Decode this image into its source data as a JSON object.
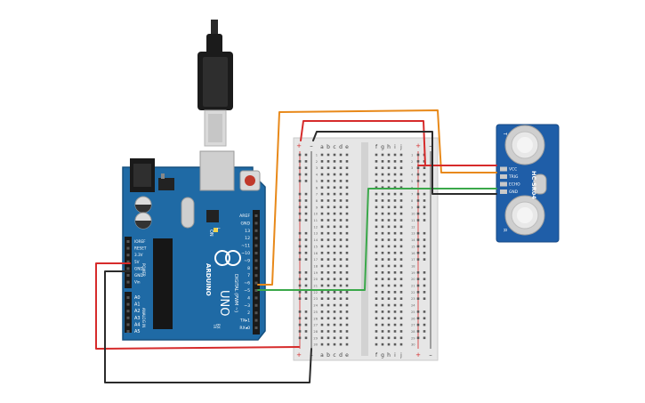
{
  "arduino": {
    "brand_vertical": "ARDUINO",
    "model_vertical": "UNO",
    "on_label": "ON",
    "tx_label": "TX",
    "rx_label": "RX",
    "l_label": "L",
    "digital_label": "DIGITAL (PWM ~)",
    "power_label": "POWER",
    "analog_label": "ANALOG IN",
    "digital_pins": [
      "AREF",
      "GND",
      "13",
      "12",
      "~11",
      "~10",
      "~9",
      "8",
      "7",
      "~6",
      "~5",
      "4",
      "~3",
      "2",
      "TX▸1",
      "RX◂0"
    ],
    "power_pins": [
      "IOREF",
      "RESET",
      "3.3V",
      "5V",
      "GND",
      "GND",
      "Vin"
    ],
    "analog_pins": [
      "A0",
      "A1",
      "A2",
      "A3",
      "A4",
      "A5"
    ]
  },
  "breadboard": {
    "cols_left": [
      "a",
      "b",
      "c",
      "d",
      "e"
    ],
    "cols_right": [
      "f",
      "g",
      "h",
      "i",
      "j"
    ],
    "rails": [
      "+",
      "–",
      "+",
      "–"
    ],
    "row_count": 30
  },
  "sensor": {
    "model_label": "HC-SR04",
    "pins": [
      "VCC",
      "TRIG",
      "ECHO",
      "GND"
    ],
    "t_mark": "T",
    "r_mark": "R"
  },
  "colors": {
    "arduino_board": "#1f6aa5",
    "breadboard": "#e6e6e6",
    "sensor_board": "#1f5ea8",
    "wire_orange": "#e8891a",
    "wire_red": "#d62b2b",
    "wire_black": "#2b2b2b",
    "wire_green": "#3aa84a",
    "usb_cable": "#1b1b1b"
  }
}
